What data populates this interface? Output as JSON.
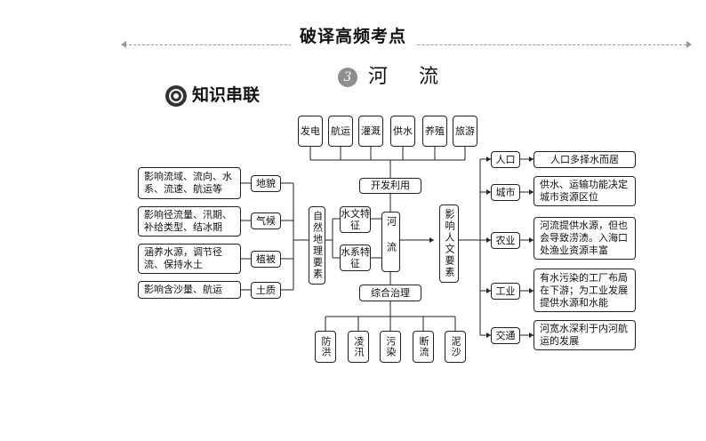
{
  "header": {
    "title": "破译高频考点"
  },
  "section": {
    "number": "3",
    "title": "河 流"
  },
  "knowledge_title": "知识串联",
  "top_uses": [
    "发电",
    "航运",
    "灌溉",
    "供水",
    "养殖",
    "旅游"
  ],
  "development": "开发利用",
  "comprehensive": "综合治理",
  "river": "河流",
  "natural_factors": "自然地理要素",
  "human_factors": "影响人文要素",
  "hydrology": "水文特征",
  "water_system": "水系特征",
  "left_factors": [
    {
      "name": "地貌",
      "effect": "影响流域、流向、水系、流速、航运等"
    },
    {
      "name": "气候",
      "effect": "影响径流量、汛期、补给类型、结冰期"
    },
    {
      "name": "植被",
      "effect": "涵养水源，调节径流、保持水土"
    },
    {
      "name": "土质",
      "effect": "影响含沙量、航运"
    }
  ],
  "bottom_issues": [
    "防洪",
    "凌汛",
    "污染",
    "断流",
    "泥沙"
  ],
  "right_sectors": [
    {
      "name": "人口",
      "effect": "人口多择水而居"
    },
    {
      "name": "城市",
      "effect": "供水、运输功能决定城市资源区位"
    },
    {
      "name": "农业",
      "effect": "河流提供水源，但也会导致涝渍。入海口处渔业资源丰富"
    },
    {
      "name": "工业",
      "effect": "有水污染的工厂布局在下游；为工业发展提供水源和水能"
    },
    {
      "name": "交通",
      "effect": "河宽水深利于内河航运的发展"
    }
  ]
}
